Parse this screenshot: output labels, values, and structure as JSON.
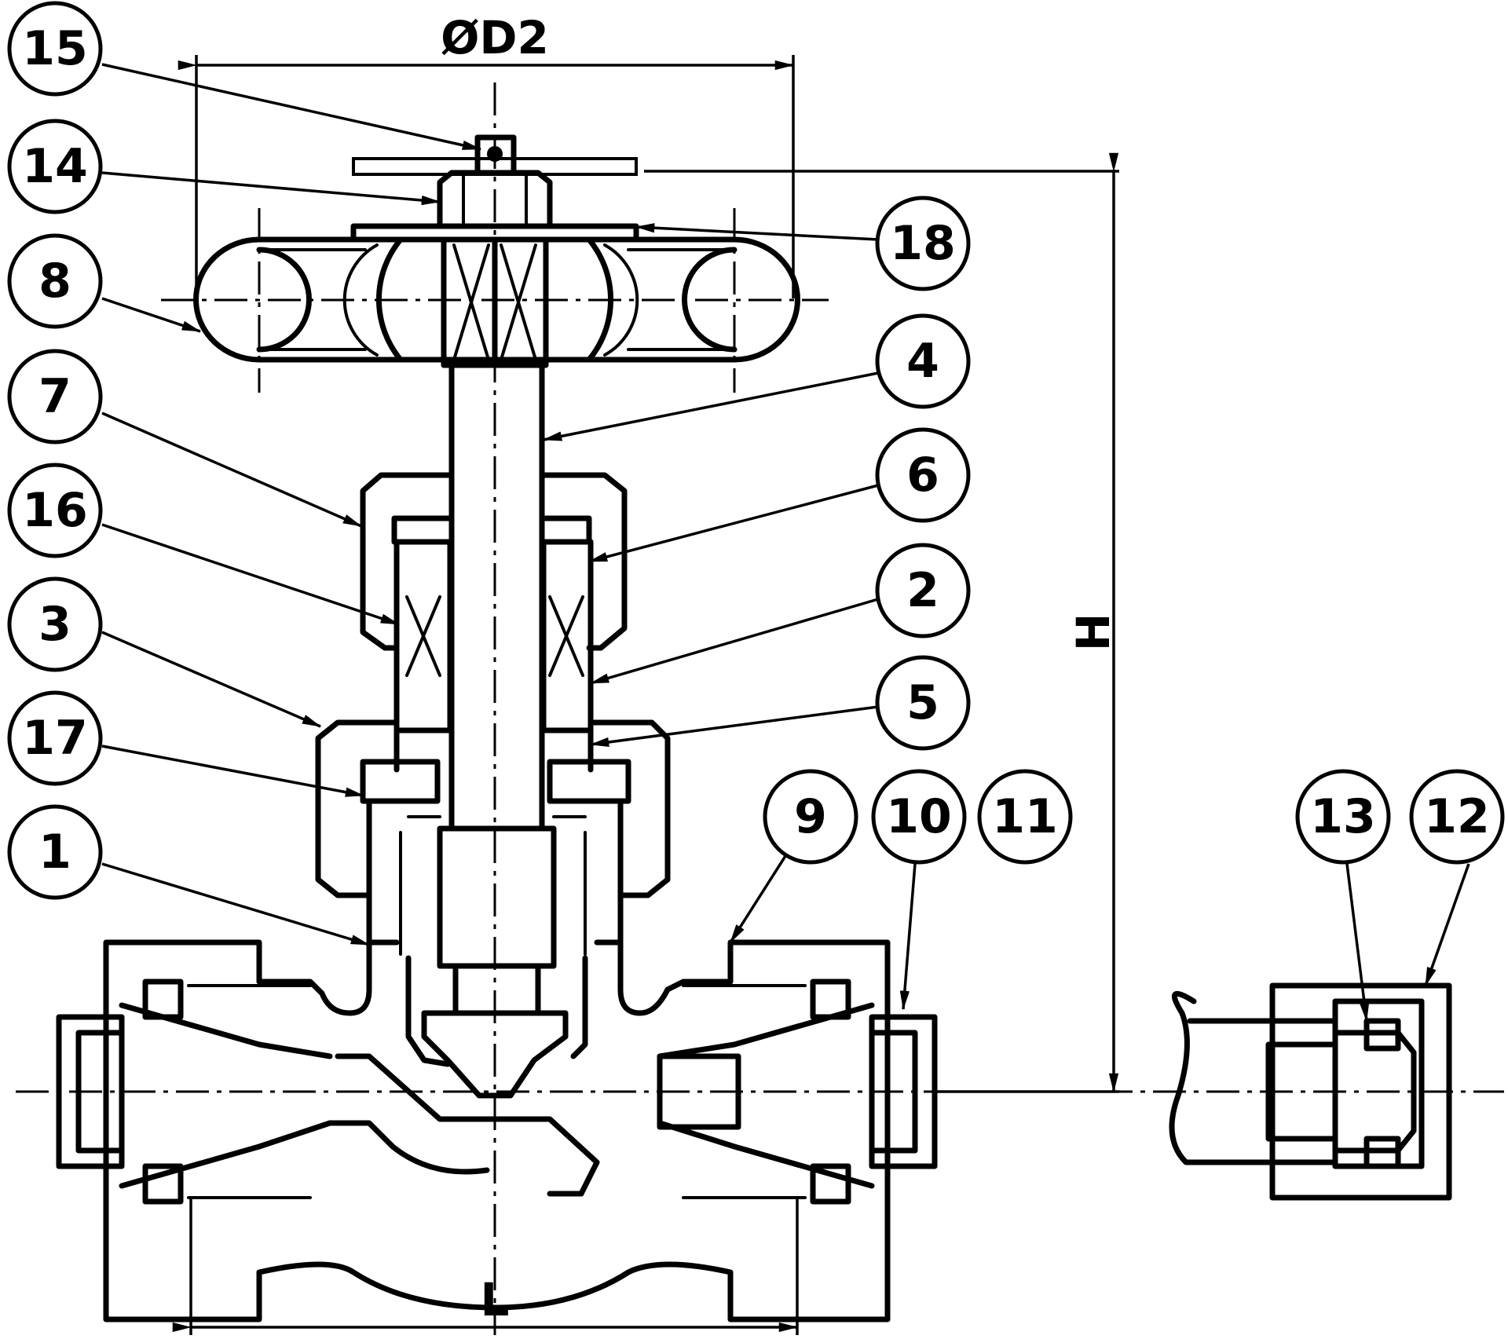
{
  "dimensions": {
    "handwheel_diameter": "ØD2",
    "height": "H",
    "length": "L"
  },
  "balloons": [
    "15",
    "14",
    "8",
    "7",
    "16",
    "3",
    "17",
    "1",
    "18",
    "4",
    "6",
    "2",
    "5",
    "9",
    "10",
    "11",
    "13",
    "12"
  ]
}
